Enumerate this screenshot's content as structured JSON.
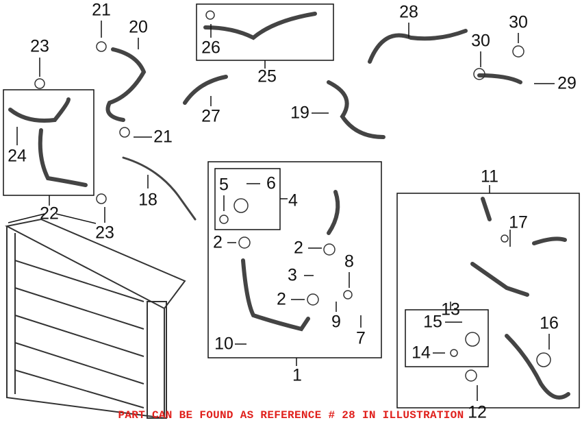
{
  "labels": [
    "21",
    "20",
    "23",
    "26",
    "25",
    "28",
    "30",
    "30",
    "29",
    "27",
    "19",
    "21",
    "24",
    "18",
    "11",
    "5",
    "6",
    "4",
    "22",
    "23",
    "17",
    "2",
    "2",
    "8",
    "3",
    "2",
    "13",
    "15",
    "16",
    "9",
    "7",
    "10",
    "14",
    "1",
    "12"
  ],
  "note": "PART CAN BE FOUND AS REFERENCE # 28 IN ILLUSTRATION",
  "colors": {
    "line": "#111111",
    "part": "#555555",
    "note": "#e0201c"
  }
}
